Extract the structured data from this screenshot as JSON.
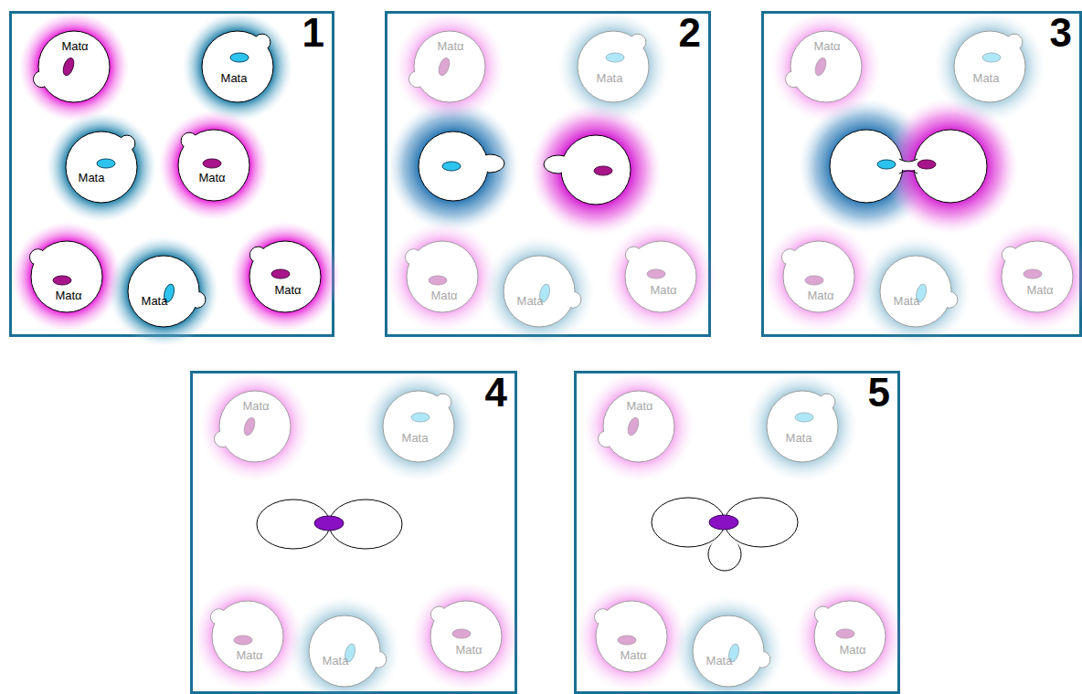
{
  "diagram": {
    "nodes": [
      {
        "text": [
          "1"
        ]
      },
      {
        "text": [
          "Matα"
        ],
        "in": 0
      },
      {
        "text": [
          "Mata"
        ],
        "in": 0
      },
      {
        "text": [
          "Mata"
        ],
        "in": 0
      },
      {
        "text": [
          "Matα"
        ],
        "in": 0
      },
      {
        "text": [
          "Matα"
        ],
        "in": 0
      },
      {
        "text": [
          "Mata"
        ],
        "in": 0
      },
      {
        "text": [
          "Matα"
        ],
        "in": 0
      },
      {
        "text": [
          "2"
        ]
      },
      {
        "text": [
          "Matα"
        ],
        "in": 8
      },
      {
        "text": [
          "Mata"
        ],
        "in": 8
      },
      {
        "text": [
          "Matα"
        ],
        "in": 8
      },
      {
        "text": [
          "Mata"
        ],
        "in": 8
      },
      {
        "text": [
          "Matα"
        ],
        "in": 8
      },
      {
        "text": [
          "3"
        ]
      },
      {
        "text": [
          "Matα"
        ],
        "in": 14
      },
      {
        "text": [
          "Mata"
        ],
        "in": 14
      },
      {
        "text": [
          "Matα"
        ],
        "in": 14
      },
      {
        "text": [
          "Mata"
        ],
        "in": 14
      },
      {
        "text": [
          "Matα"
        ],
        "in": 14
      },
      {
        "text": [
          "4"
        ]
      },
      {
        "text": [
          "Matα"
        ],
        "in": 20
      },
      {
        "text": [
          "Mata"
        ],
        "in": 20
      },
      {
        "text": [
          "Matα"
        ],
        "in": 20
      },
      {
        "text": [
          "Mata"
        ],
        "in": 20
      },
      {
        "text": [
          "Matα"
        ],
        "in": 20
      },
      {
        "text": [
          "5"
        ]
      },
      {
        "text": [
          "Matα"
        ],
        "in": 26
      },
      {
        "text": [
          "Mata"
        ],
        "in": 26
      },
      {
        "text": [
          "Matα"
        ],
        "in": 26
      },
      {
        "text": [
          "Mata"
        ],
        "in": 26
      },
      {
        "text": [
          "Matα"
        ],
        "in": 26
      }
    ]
  }
}
